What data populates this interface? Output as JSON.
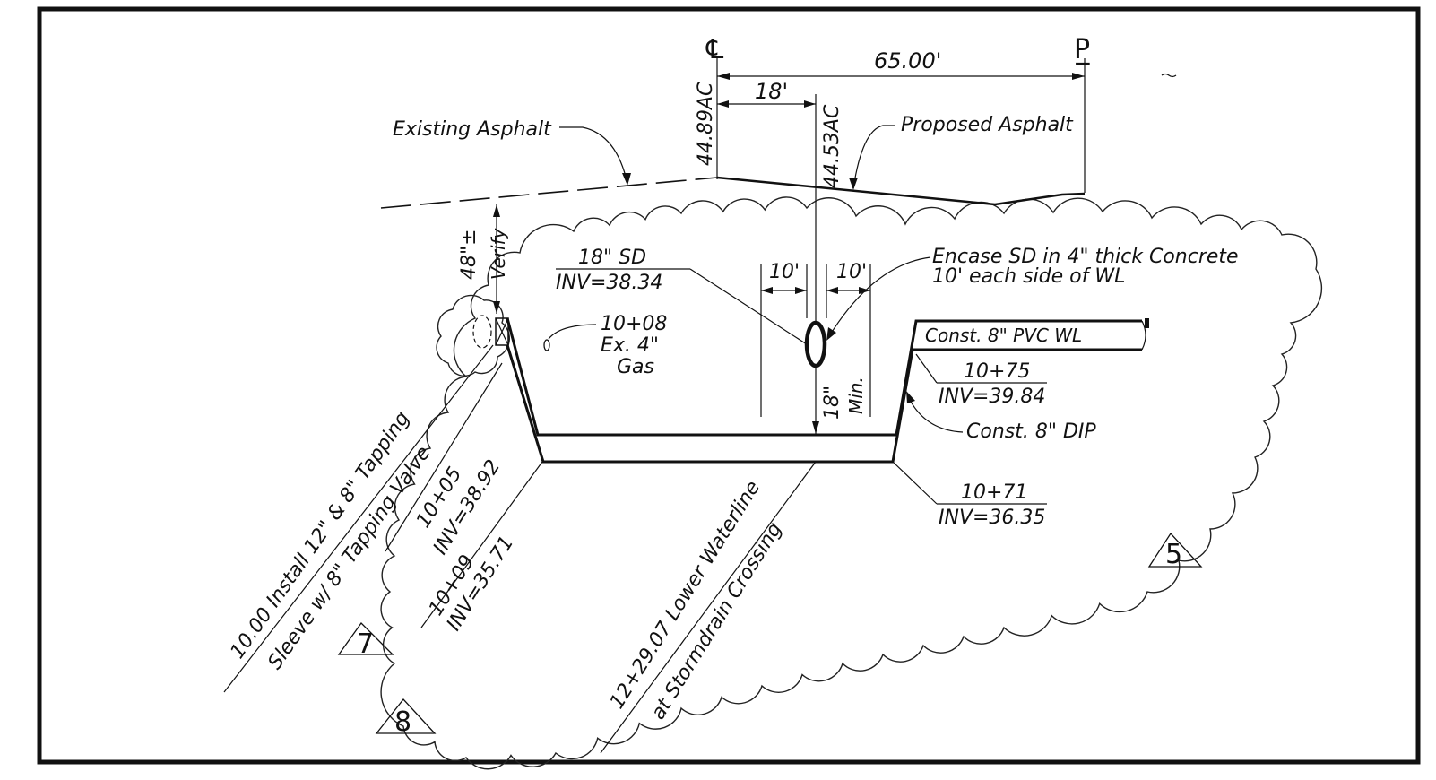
{
  "centerline_label": "℄",
  "property_line_label": "P̲",
  "dim_65": "65.00'",
  "dim_18": "18'",
  "elev_left": "44.89AC",
  "elev_right": "44.53AC",
  "existing_asphalt": "Existing Asphalt",
  "proposed_asphalt": "Proposed Asphalt",
  "depth_label": "48\"±",
  "verify_label": "Verify",
  "sd_size": "18\" SD",
  "sd_inv": "INV=38.34",
  "dim_10_left": "10'",
  "dim_10_right": "10'",
  "encase_line1": "Encase SD in 4\" thick Concrete",
  "encase_line2": "10' each side of WL",
  "gas_sta": "10+08",
  "gas_size": "Ex. 4\"",
  "gas_label": "Gas",
  "min_18": "18\"",
  "min_label": "Min.",
  "pvc_label": "Const. 8\" PVC WL",
  "sta_1075": "10+75",
  "inv_1075": "INV=39.84",
  "dip_label": "Const. 8\" DIP",
  "sta_1071": "10+71",
  "inv_1071": "INV=36.35",
  "install_line1": "10.00 Install 12\" & 8\" Tapping",
  "install_line2": "Sleeve w/ 8\" Tapping Valve",
  "sta_1005": "10+05",
  "inv_1005": "INV=38.92",
  "sta_1009": "10+09",
  "inv_1009": "INV=35.71",
  "lower_line1": "12+29.07 Lower Waterline",
  "lower_line2": "at Stormdrain Crossing",
  "rev_7": "7",
  "rev_8": "8",
  "rev_5": "5"
}
